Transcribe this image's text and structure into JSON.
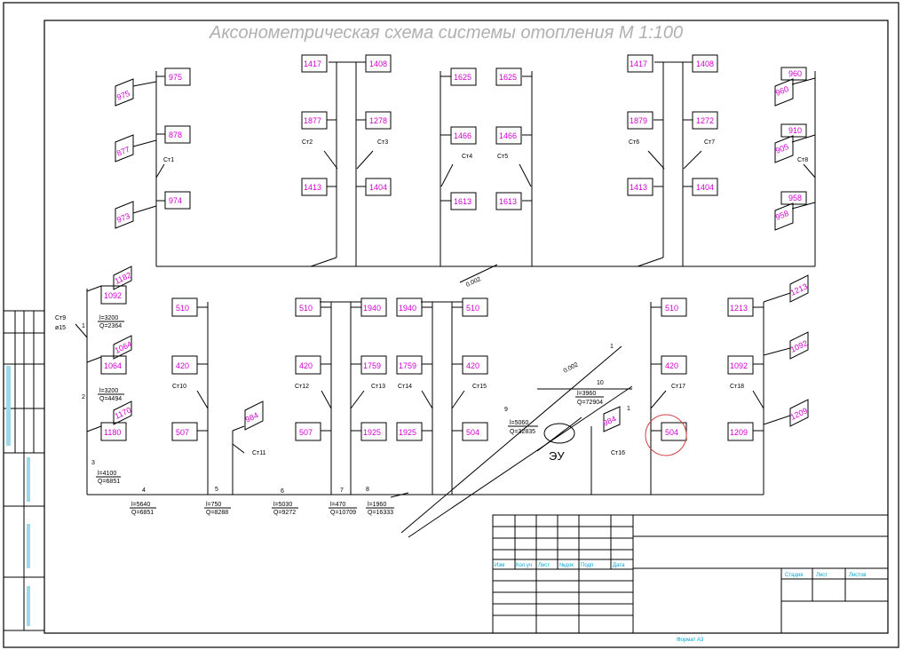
{
  "title": "Аксонометрическая схема системы отопления М 1:100",
  "colors": {
    "ink": "#000000",
    "radiator_label": "#d100d1",
    "title": "#9a9a9a",
    "stamp": "#00a5d6",
    "highlight": "#d04040"
  },
  "upper_radiators": [
    "975",
    "878",
    "974",
    "975",
    "877",
    "973",
    "1417",
    "1877",
    "1413",
    "1408",
    "1278",
    "1404",
    "1625",
    "1466",
    "1613",
    "1625",
    "1466",
    "1613",
    "1417",
    "1879",
    "1413",
    "1408",
    "1272",
    "1404",
    "960",
    "960",
    "910",
    "905",
    "958",
    "958"
  ],
  "upper_risers": [
    "Ст1",
    "Ст2",
    "Ст3",
    "Ст4",
    "Ст5",
    "Ст6",
    "Ст7",
    "Ст8"
  ],
  "upper_slope": "0.002",
  "lower_radiators": [
    "1182",
    "1092",
    "1064",
    "1064",
    "1170",
    "1180",
    "510",
    "420",
    "507",
    "510",
    "420",
    "507",
    "1940",
    "1759",
    "1925",
    "1940",
    "1759",
    "1925",
    "510",
    "420",
    "504",
    "984",
    "984",
    "510",
    "420",
    "504",
    "1213",
    "1092",
    "1209",
    "1213",
    "1092",
    "1209"
  ],
  "lower_risers": [
    "Ст9",
    "Ст10",
    "Ст11",
    "Ст12",
    "Ст13",
    "Ст14",
    "Ст15",
    "Ст16",
    "Ст17",
    "Ст18"
  ],
  "diameter": "ø15",
  "segments": [
    {
      "num": "1",
      "l": "l=3200",
      "q": "Q=2364"
    },
    {
      "num": "2",
      "l": "l=3200",
      "q": "Q=4494"
    },
    {
      "num": "3",
      "l": "l=4100",
      "q": "Q=6851"
    },
    {
      "num": "4",
      "l": "l=5640",
      "q": "Q=6851"
    },
    {
      "num": "5",
      "l": "l=750",
      "q": "Q=8288"
    },
    {
      "num": "6",
      "l": "l=5030",
      "q": "Q=9272"
    },
    {
      "num": "7",
      "l": "l=470",
      "q": "Q=10709"
    },
    {
      "num": "8",
      "l": "l=1960",
      "q": "Q=16333"
    },
    {
      "num": "9",
      "l": "l=5060",
      "q": "Q=32835"
    },
    {
      "num": "10",
      "l": "l=3960",
      "q": "Q=72904"
    }
  ],
  "lower_slope": "0.002",
  "point_label": "1",
  "highlight_label": "1",
  "node": "ЭУ",
  "stamp_texts": [
    "Изм",
    "Кол.уч",
    "Лист",
    "№док",
    "Подп",
    "Дата",
    "Стадия",
    "Лист",
    "Листов",
    "Формат А3"
  ]
}
